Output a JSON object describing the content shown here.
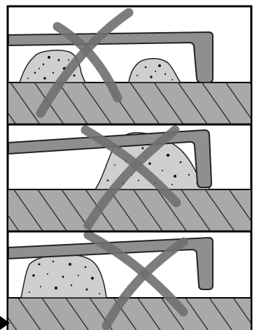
{
  "figure": {
    "panel_count": 3,
    "colors": {
      "frame": "#000000",
      "ground_fill": "#a9a9a9",
      "hatch_line": "#1a1a1a",
      "tool_fill": "#8f8f8f",
      "tool_stroke": "#222222",
      "pile_fill": "#cfcfcf",
      "pile_dots": "#111111",
      "cross_mark": "#6f6f6f"
    },
    "panels": [
      {
        "tool_state": "held-too-high",
        "piles": [
          "left-pile",
          "right-pile"
        ],
        "marked_incorrect": true
      },
      {
        "tool_state": "tilted-into-material",
        "piles": [
          "center-pile"
        ],
        "marked_incorrect": true
      },
      {
        "tool_state": "tilted-clear-of-material",
        "piles": [
          "left-pile"
        ],
        "marked_incorrect": true
      }
    ]
  }
}
